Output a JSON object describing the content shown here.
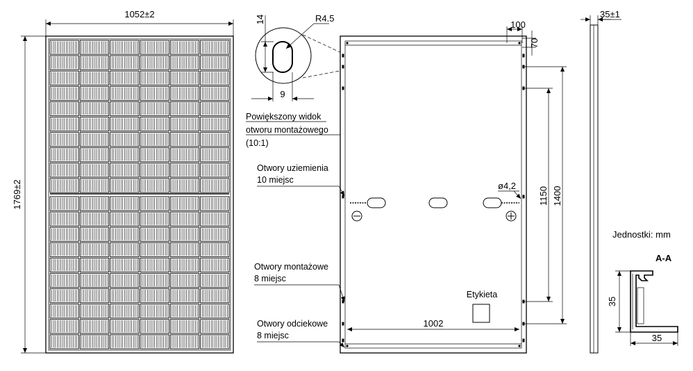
{
  "front": {
    "width_dim": "1052±2",
    "height_dim": "1769±2"
  },
  "detail": {
    "radius": "R4.5",
    "height": "14",
    "width": "9",
    "caption": [
      "Powiększony widok",
      "otworu montażowego",
      "(10:1)"
    ]
  },
  "rear": {
    "dim_100": "100",
    "dim_70": "70",
    "dim_1150": "1150",
    "dim_1400": "1400",
    "dim_1002": "1002",
    "hole_dia": "ø4,2",
    "label_box": "Etykieta",
    "minus": "⊖",
    "plus": "⊕"
  },
  "callouts": {
    "grounding": [
      "Otwory uziemienia",
      "10 miejsc"
    ],
    "mounting": [
      "Otwory montażowe",
      "8 miejsc"
    ],
    "drain": [
      "Otwory odciekowe",
      "8 miejsc"
    ]
  },
  "side": {
    "thickness": "35±1",
    "units": "Jednostki: mm"
  },
  "section": {
    "title": "A-A",
    "height": "35",
    "width": "35"
  }
}
